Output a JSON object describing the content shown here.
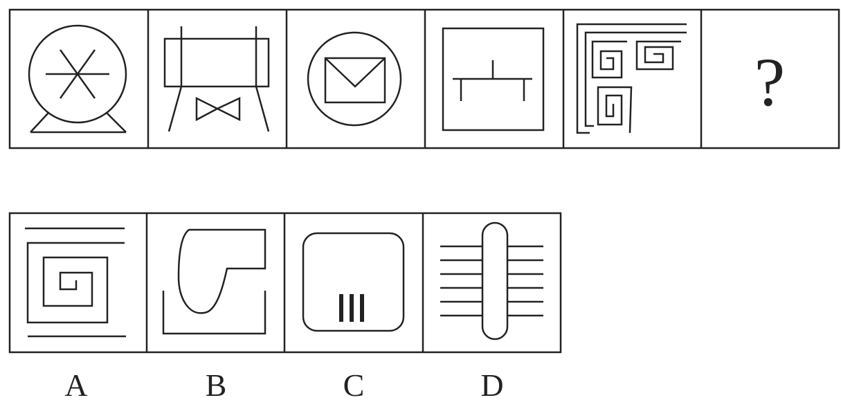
{
  "question_row": {
    "cells": [
      {
        "icon": "ventilator-fan-icon"
      },
      {
        "icon": "conveyor-valve-icon"
      },
      {
        "icon": "envelope-circle-icon"
      },
      {
        "icon": "network-tree-icon"
      },
      {
        "icon": "meander-spirals-icon"
      },
      {
        "icon": "question-mark",
        "text": "?"
      }
    ]
  },
  "options_row": {
    "options": [
      {
        "label": "A",
        "icon": "square-spiral-icon"
      },
      {
        "label": "B",
        "icon": "boot-tray-icon"
      },
      {
        "label": "C",
        "icon": "rounded-box-bars-icon"
      },
      {
        "label": "D",
        "icon": "capsule-lines-icon"
      }
    ]
  },
  "colors": {
    "stroke": "#222222",
    "background": "#ffffff"
  }
}
